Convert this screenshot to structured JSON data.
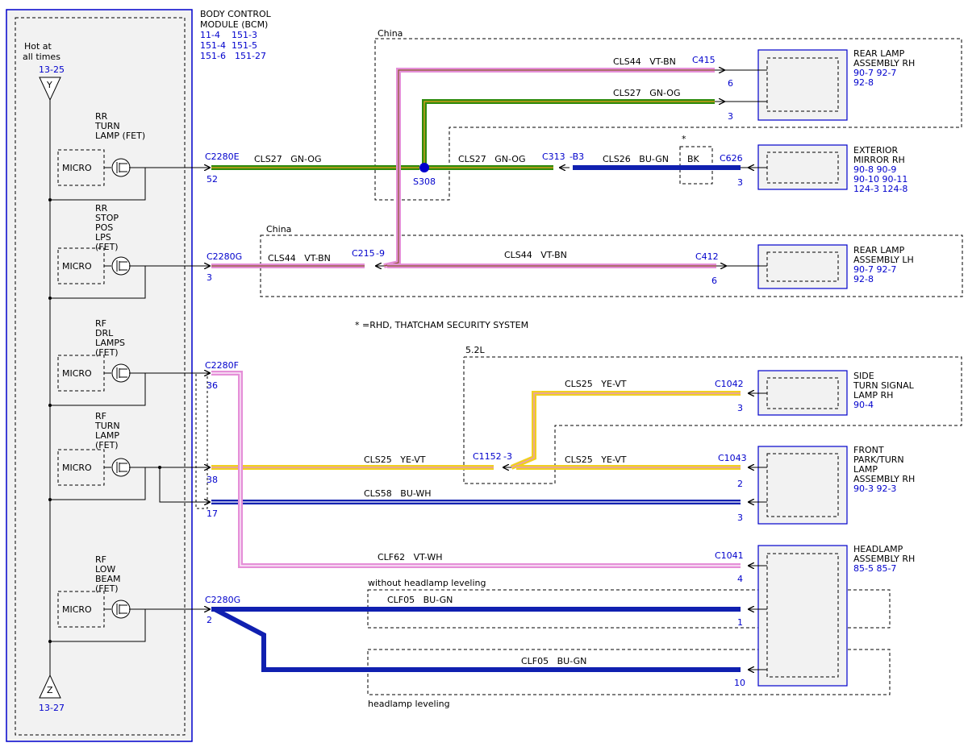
{
  "module": {
    "title_lines": [
      "BODY CONTROL",
      "MODULE (BCM)"
    ],
    "refs": [
      "11-4",
      "151-3",
      "151-4",
      "151-5",
      "151-6",
      "151-27"
    ],
    "hot_label": [
      "Hot at",
      "all times"
    ],
    "ref_top": "13-25",
    "flag_top": "Y",
    "ref_bottom": "13-27",
    "flag_bottom": "Z",
    "micro": "MICRO",
    "fets": [
      [
        "RR",
        "TURN",
        "LAMP (FET)"
      ],
      [
        "RR",
        "STOP",
        "POS",
        "LPS",
        "(FET)"
      ],
      [
        "RF",
        "DRL",
        "LAMPS",
        "(FET)"
      ],
      [
        "RF",
        "TURN",
        "LAMP",
        "(FET)"
      ],
      [
        "RF",
        "LOW",
        "BEAM",
        "(FET)"
      ]
    ]
  },
  "connectors": {
    "c2280e": {
      "name": "C2280E",
      "pin": "52"
    },
    "c2280g_top": {
      "name": "C2280G",
      "pin": "3"
    },
    "c2280f": {
      "name": "C2280F",
      "pins": [
        "36",
        "38",
        "17"
      ]
    },
    "c2280g_bot": {
      "name": "C2280G",
      "pin": "2"
    },
    "c415": {
      "name": "C415",
      "pins": [
        "6",
        "3"
      ]
    },
    "c313": {
      "name": "C313",
      "pin": "-B3"
    },
    "c626": {
      "name": "C626",
      "pin": "3"
    },
    "c215": {
      "name": "C215",
      "pin": "-9"
    },
    "c412": {
      "name": "C412",
      "pin": "6"
    },
    "c1042": {
      "name": "C1042",
      "pin": "3"
    },
    "c1152": {
      "name": "C1152",
      "pin": "-3"
    },
    "c1043": {
      "name": "C1043",
      "pins": [
        "2",
        "3"
      ]
    },
    "c1041": {
      "name": "C1041",
      "pins": [
        "4",
        "1",
        "10"
      ]
    }
  },
  "splice": "S308",
  "wires": {
    "w1": "CLS44   VT-BN",
    "w2": "CLS27   GN-OG",
    "w3": "CLS27   GN-OG",
    "w4": "CLS27   GN-OG",
    "w5": "CLS26   BU-GN",
    "w6": "CLS44   VT-BN",
    "w7": "CLS44   VT-BN",
    "w8": "CLS25   YE-VT",
    "w9": "CLS25   YE-VT",
    "w10": "CLS25   YE-VT",
    "w11": "CLS58   BU-WH",
    "w12": "CLF62   VT-WH",
    "w13": "CLF05   BU-GN",
    "w14": "CLF05   BU-GN"
  },
  "boxes": {
    "china1": "China",
    "china2": "China",
    "l52": "5.2L",
    "without_leveling": "without headlamp leveling",
    "with_leveling": "headlamp leveling",
    "star": "*",
    "bk": "BK"
  },
  "note": "* =RHD, THATCHAM SECURITY SYSTEM",
  "components": {
    "rear_rh": {
      "lines": [
        "REAR LAMP",
        "ASSEMBLY RH"
      ],
      "refs": [
        "90-7   92-7",
        "92-8"
      ]
    },
    "mirror": {
      "lines": [
        "EXTERIOR",
        "MIRROR RH"
      ],
      "refs": [
        "90-8   90-9",
        "90-10  90-11",
        "124-3  124-8"
      ]
    },
    "rear_lh": {
      "lines": [
        "REAR LAMP",
        "ASSEMBLY LH"
      ],
      "refs": [
        "90-7   92-7",
        "92-8"
      ]
    },
    "side_turn": {
      "lines": [
        "SIDE",
        "TURN SIGNAL",
        "LAMP RH"
      ],
      "refs": [
        "90-4"
      ]
    },
    "front_park": {
      "lines": [
        "FRONT",
        "PARK/TURN",
        "LAMP",
        "ASSEMBLY RH"
      ],
      "refs": [
        "90-3   92-3"
      ]
    },
    "headlamp": {
      "lines": [
        "HEADLAMP",
        "ASSEMBLY RH"
      ],
      "refs": [
        "85-5   85-7"
      ]
    }
  },
  "colors": {
    "VT": "#e58fd8",
    "GN": "#2e8b0c",
    "OG": "#f0a020",
    "BU": "#1020b0",
    "YE": "#f0d020",
    "WH": "#ffffff",
    "BN": "#8b5a2b",
    "diagram_blue": "#0000cc"
  }
}
